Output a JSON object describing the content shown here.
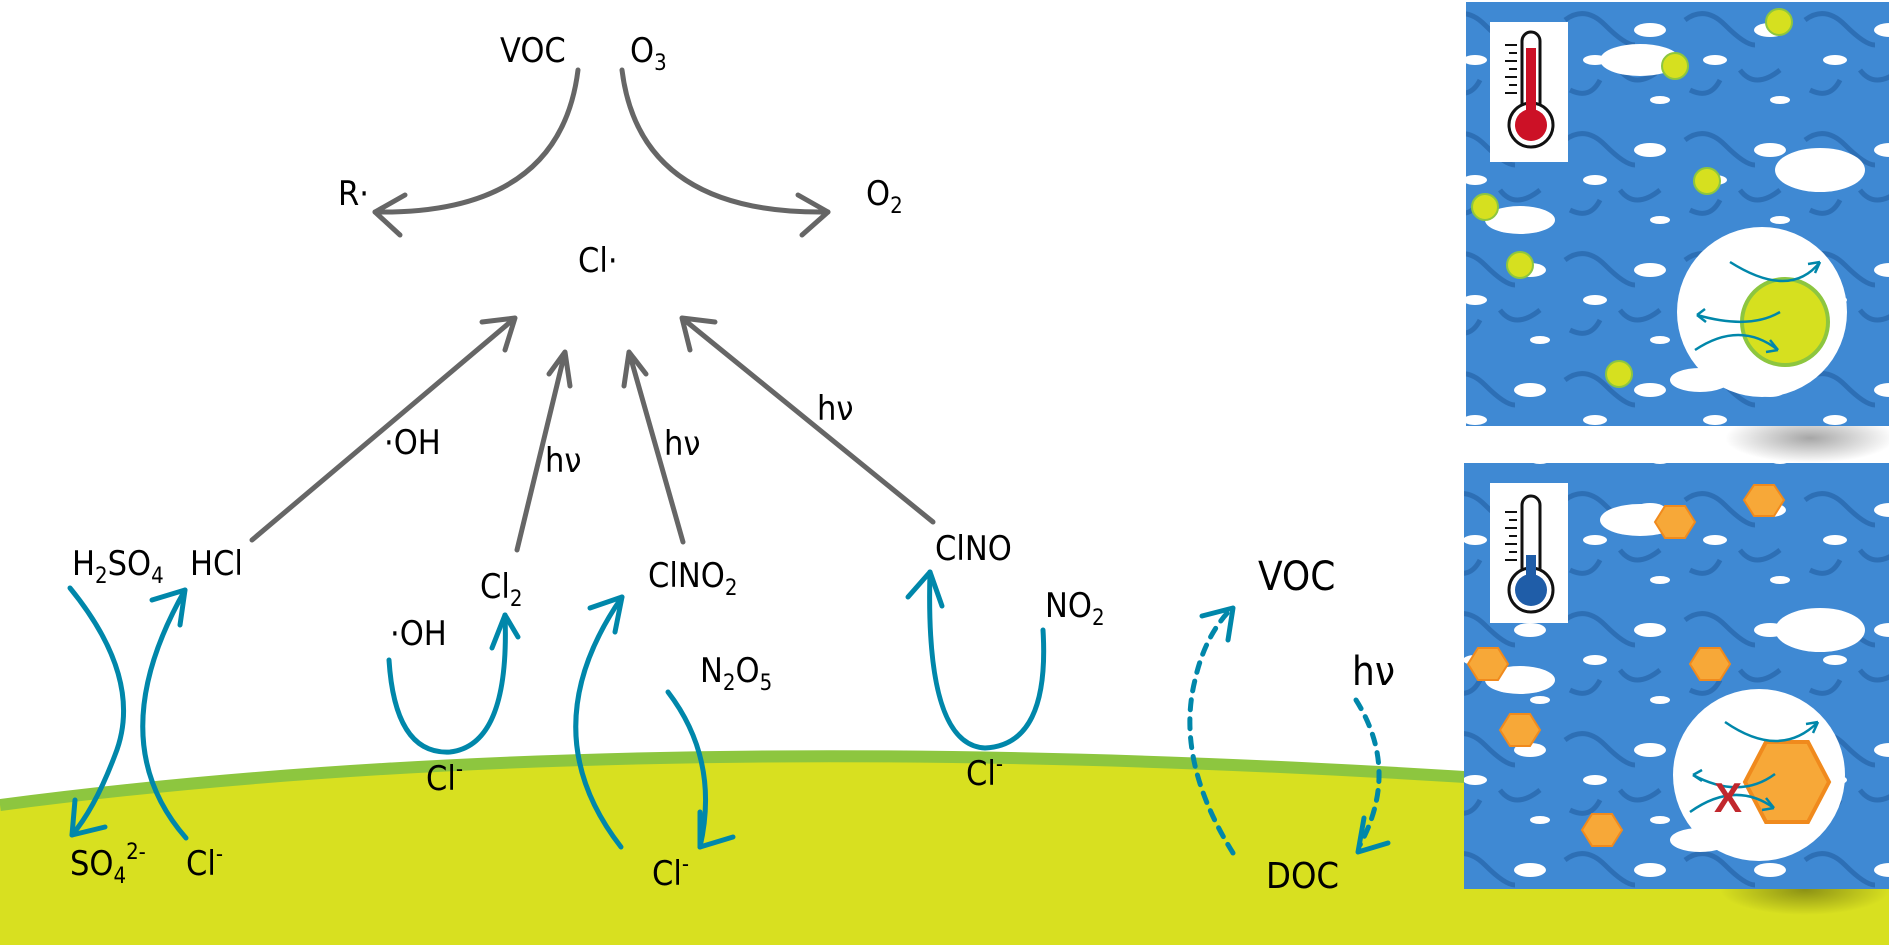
{
  "diagram": {
    "title": "Chlorine chemistry cycle between snow/ice surface and atmosphere",
    "top_cycle": {
      "voc": "VOC",
      "o3": "O",
      "o3_sub": "3",
      "r_radical": "R·",
      "o2": "O",
      "o2_sub": "2",
      "cl_radical": "Cl·"
    },
    "gas_species": {
      "h2so4_h": "H",
      "h2so4_sub2": "2",
      "h2so4_so": "SO",
      "h2so4_sub4": "4",
      "hcl": "HCl",
      "oh_1": "·OH",
      "oh_2": "·OH",
      "cl2": "Cl",
      "cl2_sub": "2",
      "clno2": "ClNO",
      "clno2_sub": "2",
      "n2o5_n": "N",
      "n2o5_sub2": "2",
      "n2o5_o": "O",
      "n2o5_sub5": "5",
      "clno": "ClNO",
      "no2": "NO",
      "no2_sub": "2",
      "voc": "VOC",
      "hv_dashed": "hν"
    },
    "arrow_labels": {
      "hcl_arrow": "·OH",
      "cl2_arrow": "hν",
      "clno2_arrow": "hν",
      "clno_arrow": "hν"
    },
    "surface_species": {
      "so4": "SO",
      "so4_sub": "4",
      "so4_sup": "2-",
      "cl_minus_1": "Cl",
      "cl_minus_2": "Cl",
      "cl_minus_3": "Cl",
      "cl_minus_4": "Cl",
      "minus": "-",
      "doc": "DOC"
    },
    "panels": [
      {
        "name": "warm",
        "thermometer_level": 0.75,
        "thermometer_color": "#cc1126",
        "particle_shape": "circle",
        "particle_color": "#d6e01f",
        "diffusion_blocked": false
      },
      {
        "name": "cold",
        "thermometer_level": 0.45,
        "thermometer_color": "#1f5da8",
        "particle_shape": "hexagon",
        "particle_color": "#f7a838",
        "diffusion_blocked": true,
        "blocked_mark": "X"
      }
    ],
    "colors": {
      "surface": "#d8e020",
      "surface_edge": "#8dc63f",
      "reaction_arrow": "#666666",
      "surface_arrow": "#0087aa",
      "ice": "#3f89d3"
    }
  }
}
